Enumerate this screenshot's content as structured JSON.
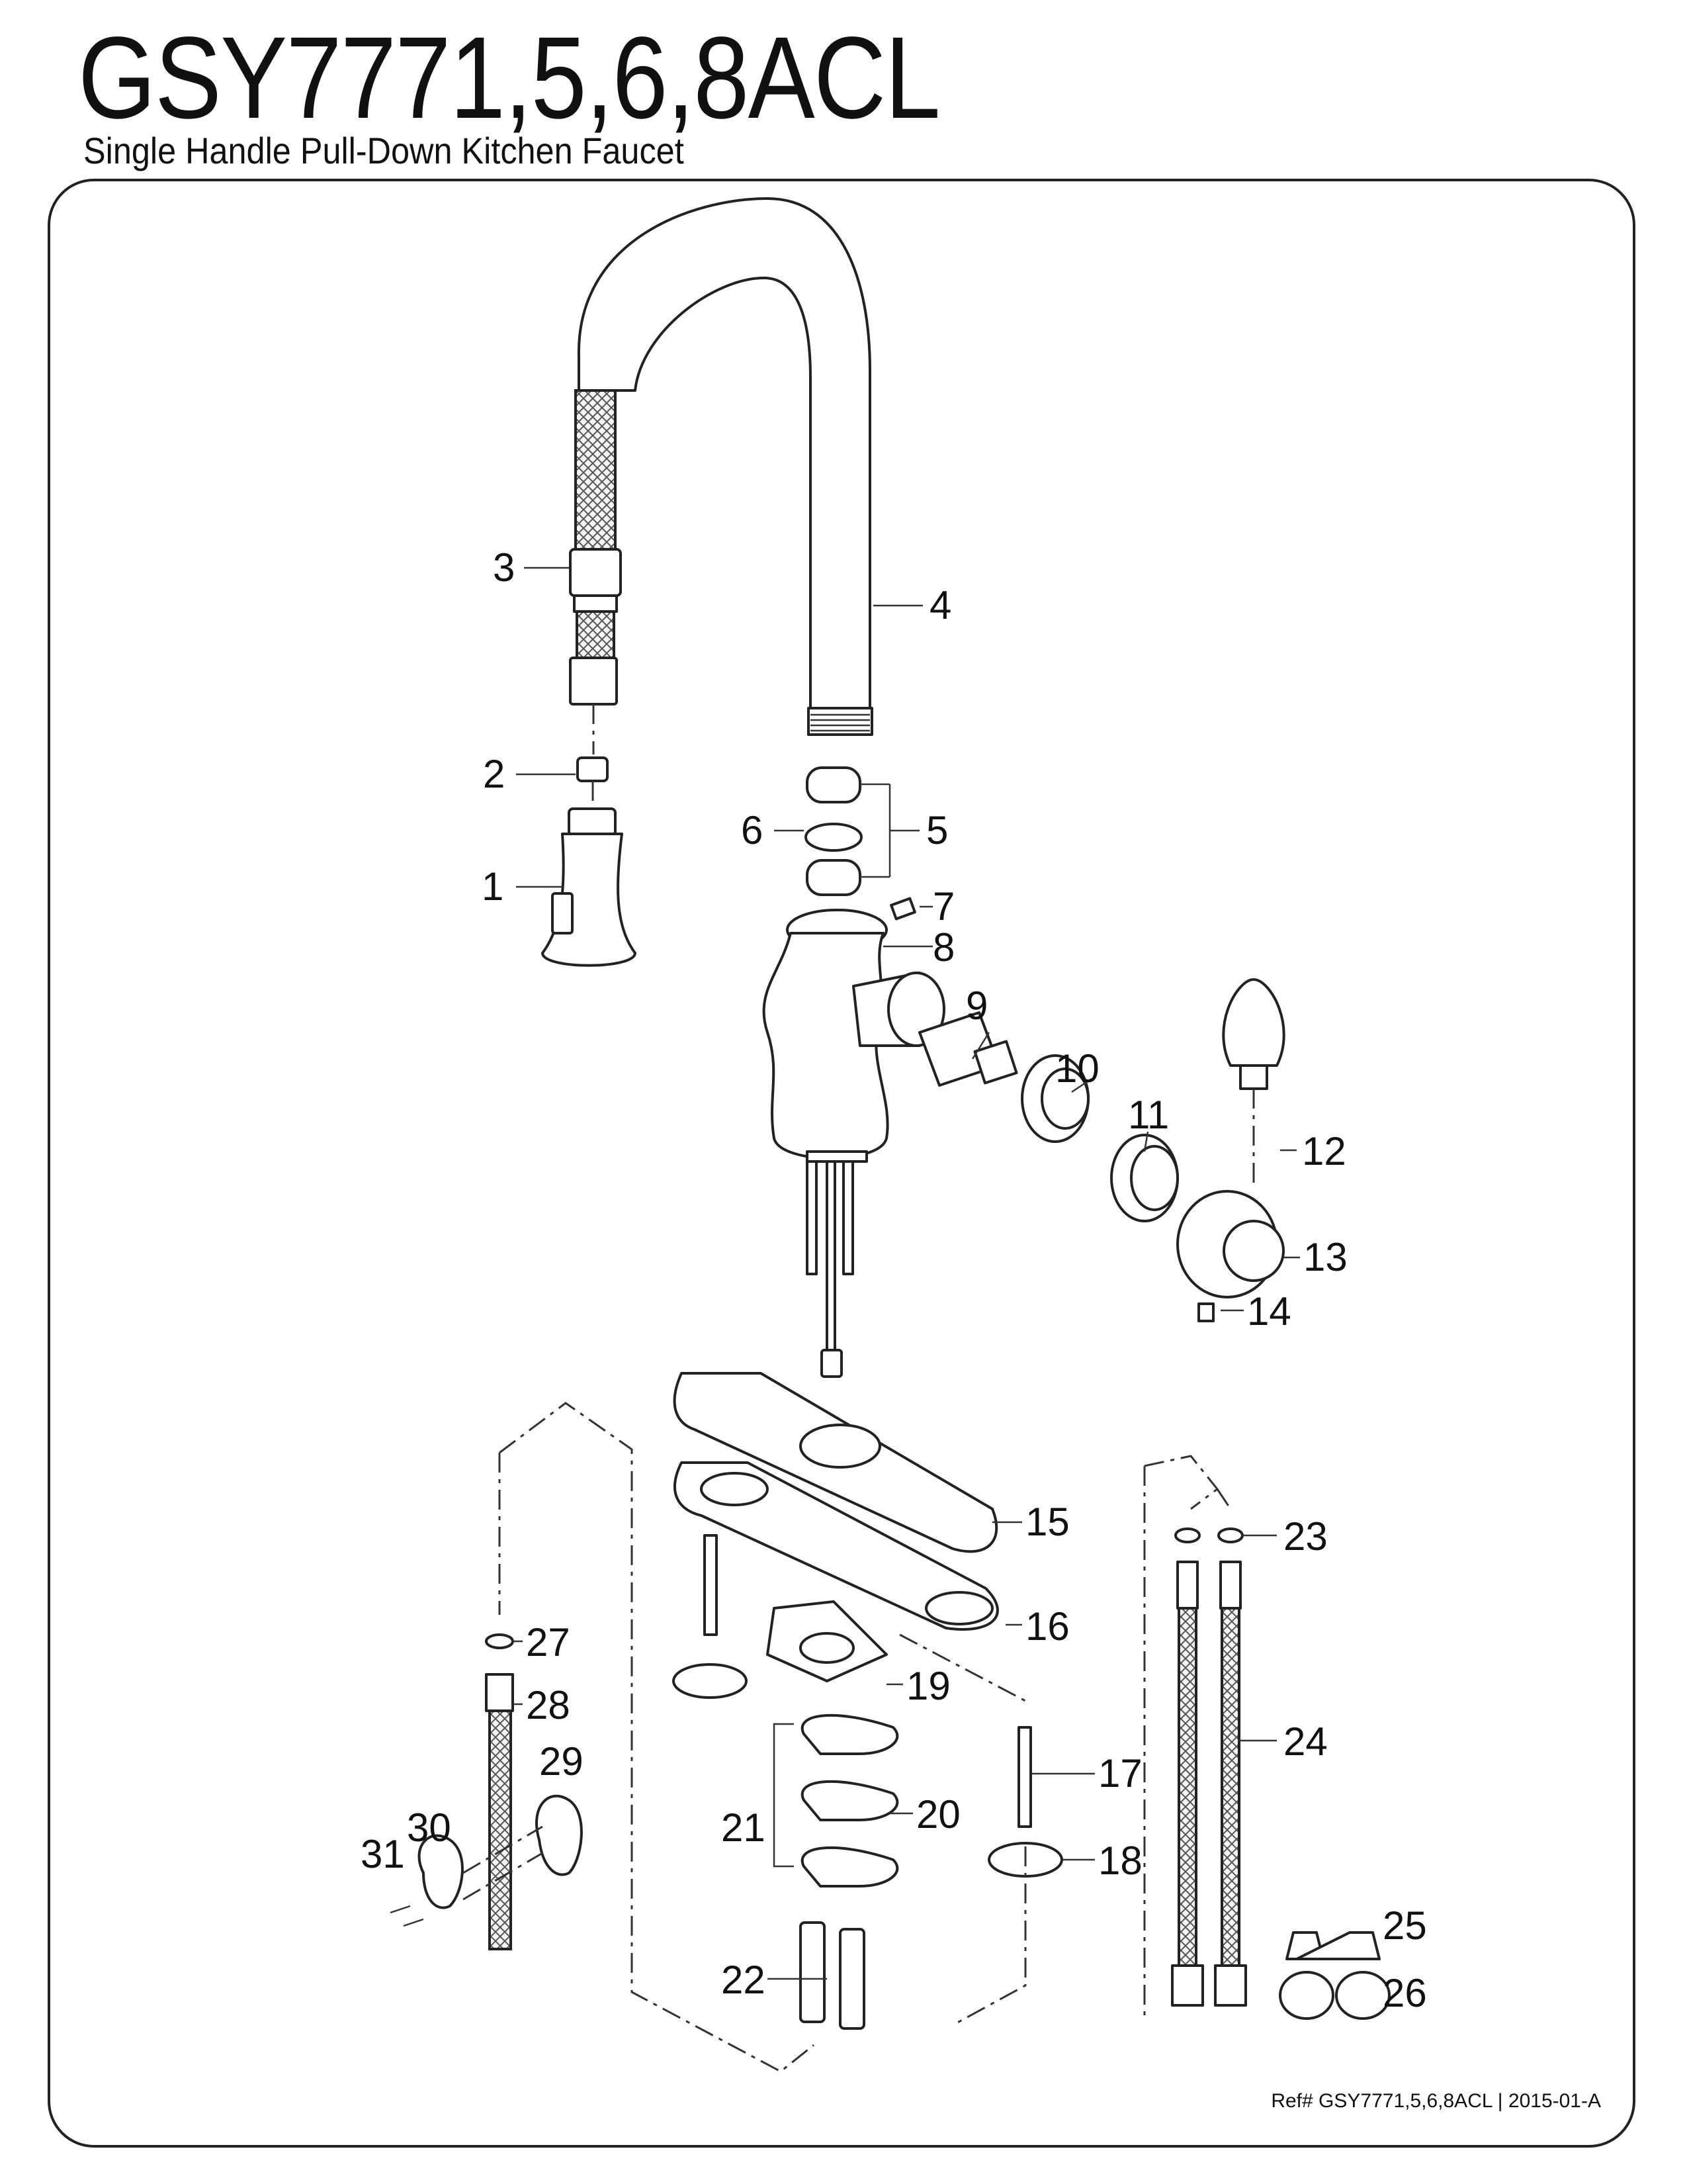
{
  "header": {
    "model": "GSY7771,5,6,8ACL",
    "description": "Single Handle Pull-Down Kitchen Faucet"
  },
  "footer": {
    "reference": "Ref# GSY7771,5,6,8ACL | 2015-01-A"
  },
  "callouts": [
    "1",
    "2",
    "3",
    "4",
    "5",
    "6",
    "7",
    "8",
    "9",
    "10",
    "11",
    "12",
    "13",
    "14",
    "15",
    "16",
    "17",
    "18",
    "19",
    "20",
    "21",
    "22",
    "23",
    "24",
    "25",
    "26",
    "27",
    "28",
    "29",
    "30",
    "31"
  ]
}
